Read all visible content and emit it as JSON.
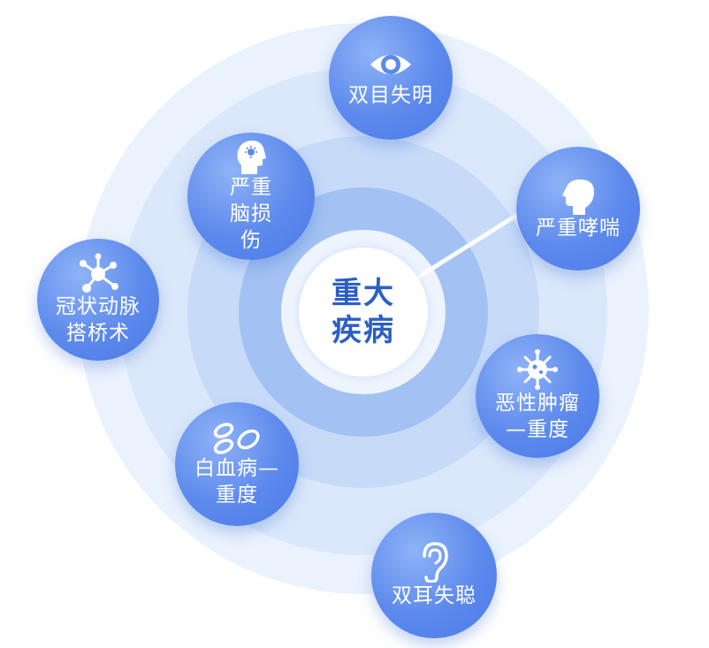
{
  "center": {
    "label": "重大疾病"
  },
  "nodes": [
    {
      "id": "blindness",
      "label": "双目失明",
      "icon": "eye-icon"
    },
    {
      "id": "brain",
      "label": "严重脑损伤",
      "icon": "head-brain-icon"
    },
    {
      "id": "asthma",
      "label": "严重哮喘",
      "icon": "head-profile-icon"
    },
    {
      "id": "cabg",
      "label": "冠状动脉搭桥术",
      "icon": "molecule-icon"
    },
    {
      "id": "tumor",
      "label": "恶性肿瘤—重度",
      "icon": "virus-icon"
    },
    {
      "id": "leukemia",
      "label": "白血病—重度",
      "icon": "blood-cells-icon"
    },
    {
      "id": "deafness",
      "label": "双耳失聪",
      "icon": "ear-icon"
    }
  ],
  "colors": {
    "node": "#5c89ec",
    "center_text": "#2b5fc4",
    "ring_outer": "#eaf2fd"
  }
}
